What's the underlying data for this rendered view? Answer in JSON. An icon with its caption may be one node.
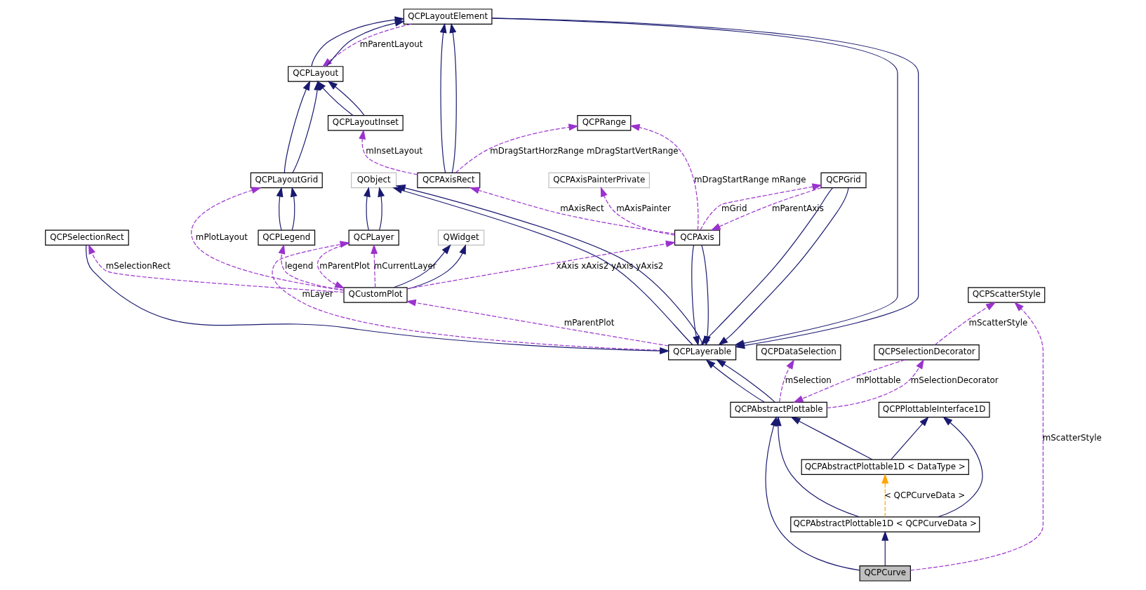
{
  "diagram": {
    "nodes": [
      {
        "text": [
          "QObject"
        ]
      },
      {
        "text": [
          "QCPLayerable"
        ]
      },
      {
        "text": [
          "QCPDataSelection"
        ]
      },
      {
        "text": [
          "QCPAbstractPlottable"
        ]
      },
      {
        "text": [
          "QCPPlottableInterface1D"
        ]
      },
      {
        "text": [
          "QCPScatterStyle"
        ]
      },
      {
        "text": [
          "QCPLayoutElement"
        ]
      },
      {
        "text": [
          "QCPSelectionRect"
        ]
      },
      {
        "text": [
          "QCPAbstractPlottable1D < DataType >"
        ]
      },
      {
        "text": [
          "QCPSelectionDecorator"
        ]
      },
      {
        "text": [
          "QCPLayout"
        ]
      },
      {
        "text": [
          "QCPAbstractPlottable1D < QCPCurveData >"
        ]
      },
      {
        "text": [
          "QCPLayoutGrid"
        ]
      },
      {
        "text": [
          "QCPLayoutInset"
        ]
      },
      {
        "text": [
          "QCPRange"
        ]
      },
      {
        "text": [
          "QCPCurve"
        ]
      },
      {
        "text": [
          "QCPLegend"
        ]
      },
      {
        "text": [
          "QCPAxisRect"
        ]
      },
      {
        "text": [
          "QCPAxisPainterPrivate"
        ]
      },
      {
        "text": [
          "QWidget"
        ]
      },
      {
        "text": [
          "QCPAxis"
        ]
      },
      {
        "text": [
          "QCustomPlot"
        ]
      },
      {
        "text": [
          "QCPGrid"
        ]
      },
      {
        "text": [
          "QCPLayer"
        ]
      }
    ],
    "edges": [
      {
        "from": 1,
        "to": 0,
        "arrow": "to"
      },
      {
        "from": 1,
        "to": 0,
        "arrow": "to"
      },
      {
        "from": 3,
        "to": 1,
        "arrow": "to"
      },
      {
        "from": 3,
        "to": 1,
        "arrow": "to"
      },
      {
        "from": 7,
        "to": 1,
        "arrow": "to"
      },
      {
        "from": 6,
        "to": 1,
        "arrow": "to"
      },
      {
        "from": 6,
        "to": 1,
        "arrow": "to"
      },
      {
        "from": 20,
        "to": 1,
        "arrow": "to"
      },
      {
        "from": 20,
        "to": 1,
        "arrow": "to"
      },
      {
        "from": 22,
        "to": 1,
        "arrow": "to"
      },
      {
        "from": 22,
        "to": 1,
        "arrow": "to"
      },
      {
        "from": 23,
        "to": 0,
        "arrow": "to"
      },
      {
        "from": 23,
        "to": 0,
        "arrow": "to"
      },
      {
        "from": 8,
        "to": 3,
        "arrow": "to"
      },
      {
        "from": 8,
        "to": 4,
        "arrow": "to"
      },
      {
        "from": 11,
        "to": 3,
        "arrow": "to"
      },
      {
        "from": 11,
        "to": 4,
        "arrow": "to"
      },
      {
        "from": 15,
        "to": 3,
        "arrow": "to"
      },
      {
        "from": 15,
        "to": 11,
        "arrow": "to"
      },
      {
        "from": 11,
        "to": 8,
        "arrow": "to",
        "label": "< QCPCurveData >",
        "style": "dashed",
        "color": "#ffa500"
      },
      {
        "from": 10,
        "to": 6,
        "arrow": "to"
      },
      {
        "from": 10,
        "to": 6,
        "arrow": "to"
      },
      {
        "from": 12,
        "to": 10,
        "arrow": "to"
      },
      {
        "from": 12,
        "to": 10,
        "arrow": "to"
      },
      {
        "from": 13,
        "to": 10,
        "arrow": "to"
      },
      {
        "from": 13,
        "to": 10,
        "arrow": "to"
      },
      {
        "from": 17,
        "to": 6,
        "arrow": "to"
      },
      {
        "from": 17,
        "to": 6,
        "arrow": "to"
      },
      {
        "from": 16,
        "to": 12,
        "arrow": "to"
      },
      {
        "from": 16,
        "to": 12,
        "arrow": "to"
      },
      {
        "from": 21,
        "to": 19,
        "arrow": "to"
      },
      {
        "from": 21,
        "to": 19,
        "arrow": "to"
      },
      {
        "from": 3,
        "to": 2,
        "arrow": "to",
        "label": "mSelection",
        "style": "dashed",
        "color": "#9a32cd"
      },
      {
        "from": 9,
        "to": 3,
        "arrow": "to",
        "label": "mPlottable",
        "style": "dashed",
        "color": "#9a32cd"
      },
      {
        "from": 3,
        "to": 9,
        "arrow": "to",
        "label": "mSelectionDecorator",
        "style": "dashed",
        "color": "#9a32cd"
      },
      {
        "from": 9,
        "to": 5,
        "arrow": "to",
        "label": "mScatterStyle",
        "style": "dashed",
        "color": "#9a32cd"
      },
      {
        "from": 15,
        "to": 5,
        "arrow": "to",
        "label": "mScatterStyle",
        "style": "dashed",
        "color": "#9a32cd"
      },
      {
        "from": 6,
        "to": 10,
        "arrow": "to",
        "label": "mParentLayout",
        "style": "dashed",
        "color": "#9a32cd"
      },
      {
        "from": 1,
        "to": 21,
        "arrow": "to",
        "label": "mParentPlot",
        "style": "dashed",
        "color": "#9a32cd"
      },
      {
        "from": 1,
        "to": 23,
        "arrow": "to",
        "label": "mLayer",
        "style": "dashed",
        "color": "#9a32cd"
      },
      {
        "from": 21,
        "to": 7,
        "arrow": "to",
        "label": "mSelectionRect",
        "style": "dashed",
        "color": "#9a32cd"
      },
      {
        "from": 21,
        "to": 12,
        "arrow": "to",
        "label": "mPlotLayout",
        "style": "dashed",
        "color": "#9a32cd"
      },
      {
        "from": 21,
        "to": 16,
        "arrow": "to",
        "label": "legend",
        "style": "dashed",
        "color": "#9a32cd"
      },
      {
        "from": 21,
        "to": 20,
        "arrow": "to",
        "label": "xAxis xAxis2 yAxis yAxis2",
        "style": "dashed",
        "color": "#9a32cd"
      },
      {
        "from": 21,
        "to": 23,
        "arrow": "to",
        "label": "mCurrentLayer",
        "style": "dashed",
        "color": "#9a32cd"
      },
      {
        "from": 23,
        "to": 21,
        "arrow": "to",
        "label": "mParentPlot",
        "style": "dashed",
        "color": "#9a32cd"
      },
      {
        "from": 17,
        "to": 13,
        "arrow": "to",
        "label": "mInsetLayout",
        "style": "dashed",
        "color": "#9a32cd"
      },
      {
        "from": 17,
        "to": 14,
        "arrow": "to",
        "label": "mDragStartHorzRange mDragStartVertRange",
        "style": "dashed",
        "color": "#9a32cd"
      },
      {
        "from": 20,
        "to": 14,
        "arrow": "to",
        "label": "mDragStartRange mRange",
        "style": "dashed",
        "color": "#9a32cd"
      },
      {
        "from": 20,
        "to": 17,
        "arrow": "to",
        "label": "mAxisRect",
        "style": "dashed",
        "color": "#9a32cd"
      },
      {
        "from": 20,
        "to": 18,
        "arrow": "to",
        "label": "mAxisPainter",
        "style": "dashed",
        "color": "#9a32cd"
      },
      {
        "from": 20,
        "to": 22,
        "arrow": "to",
        "label": "mGrid",
        "style": "dashed",
        "color": "#9a32cd"
      },
      {
        "from": 22,
        "to": 20,
        "arrow": "to",
        "label": "mParentAxis",
        "style": "dashed",
        "color": "#9a32cd"
      }
    ]
  }
}
